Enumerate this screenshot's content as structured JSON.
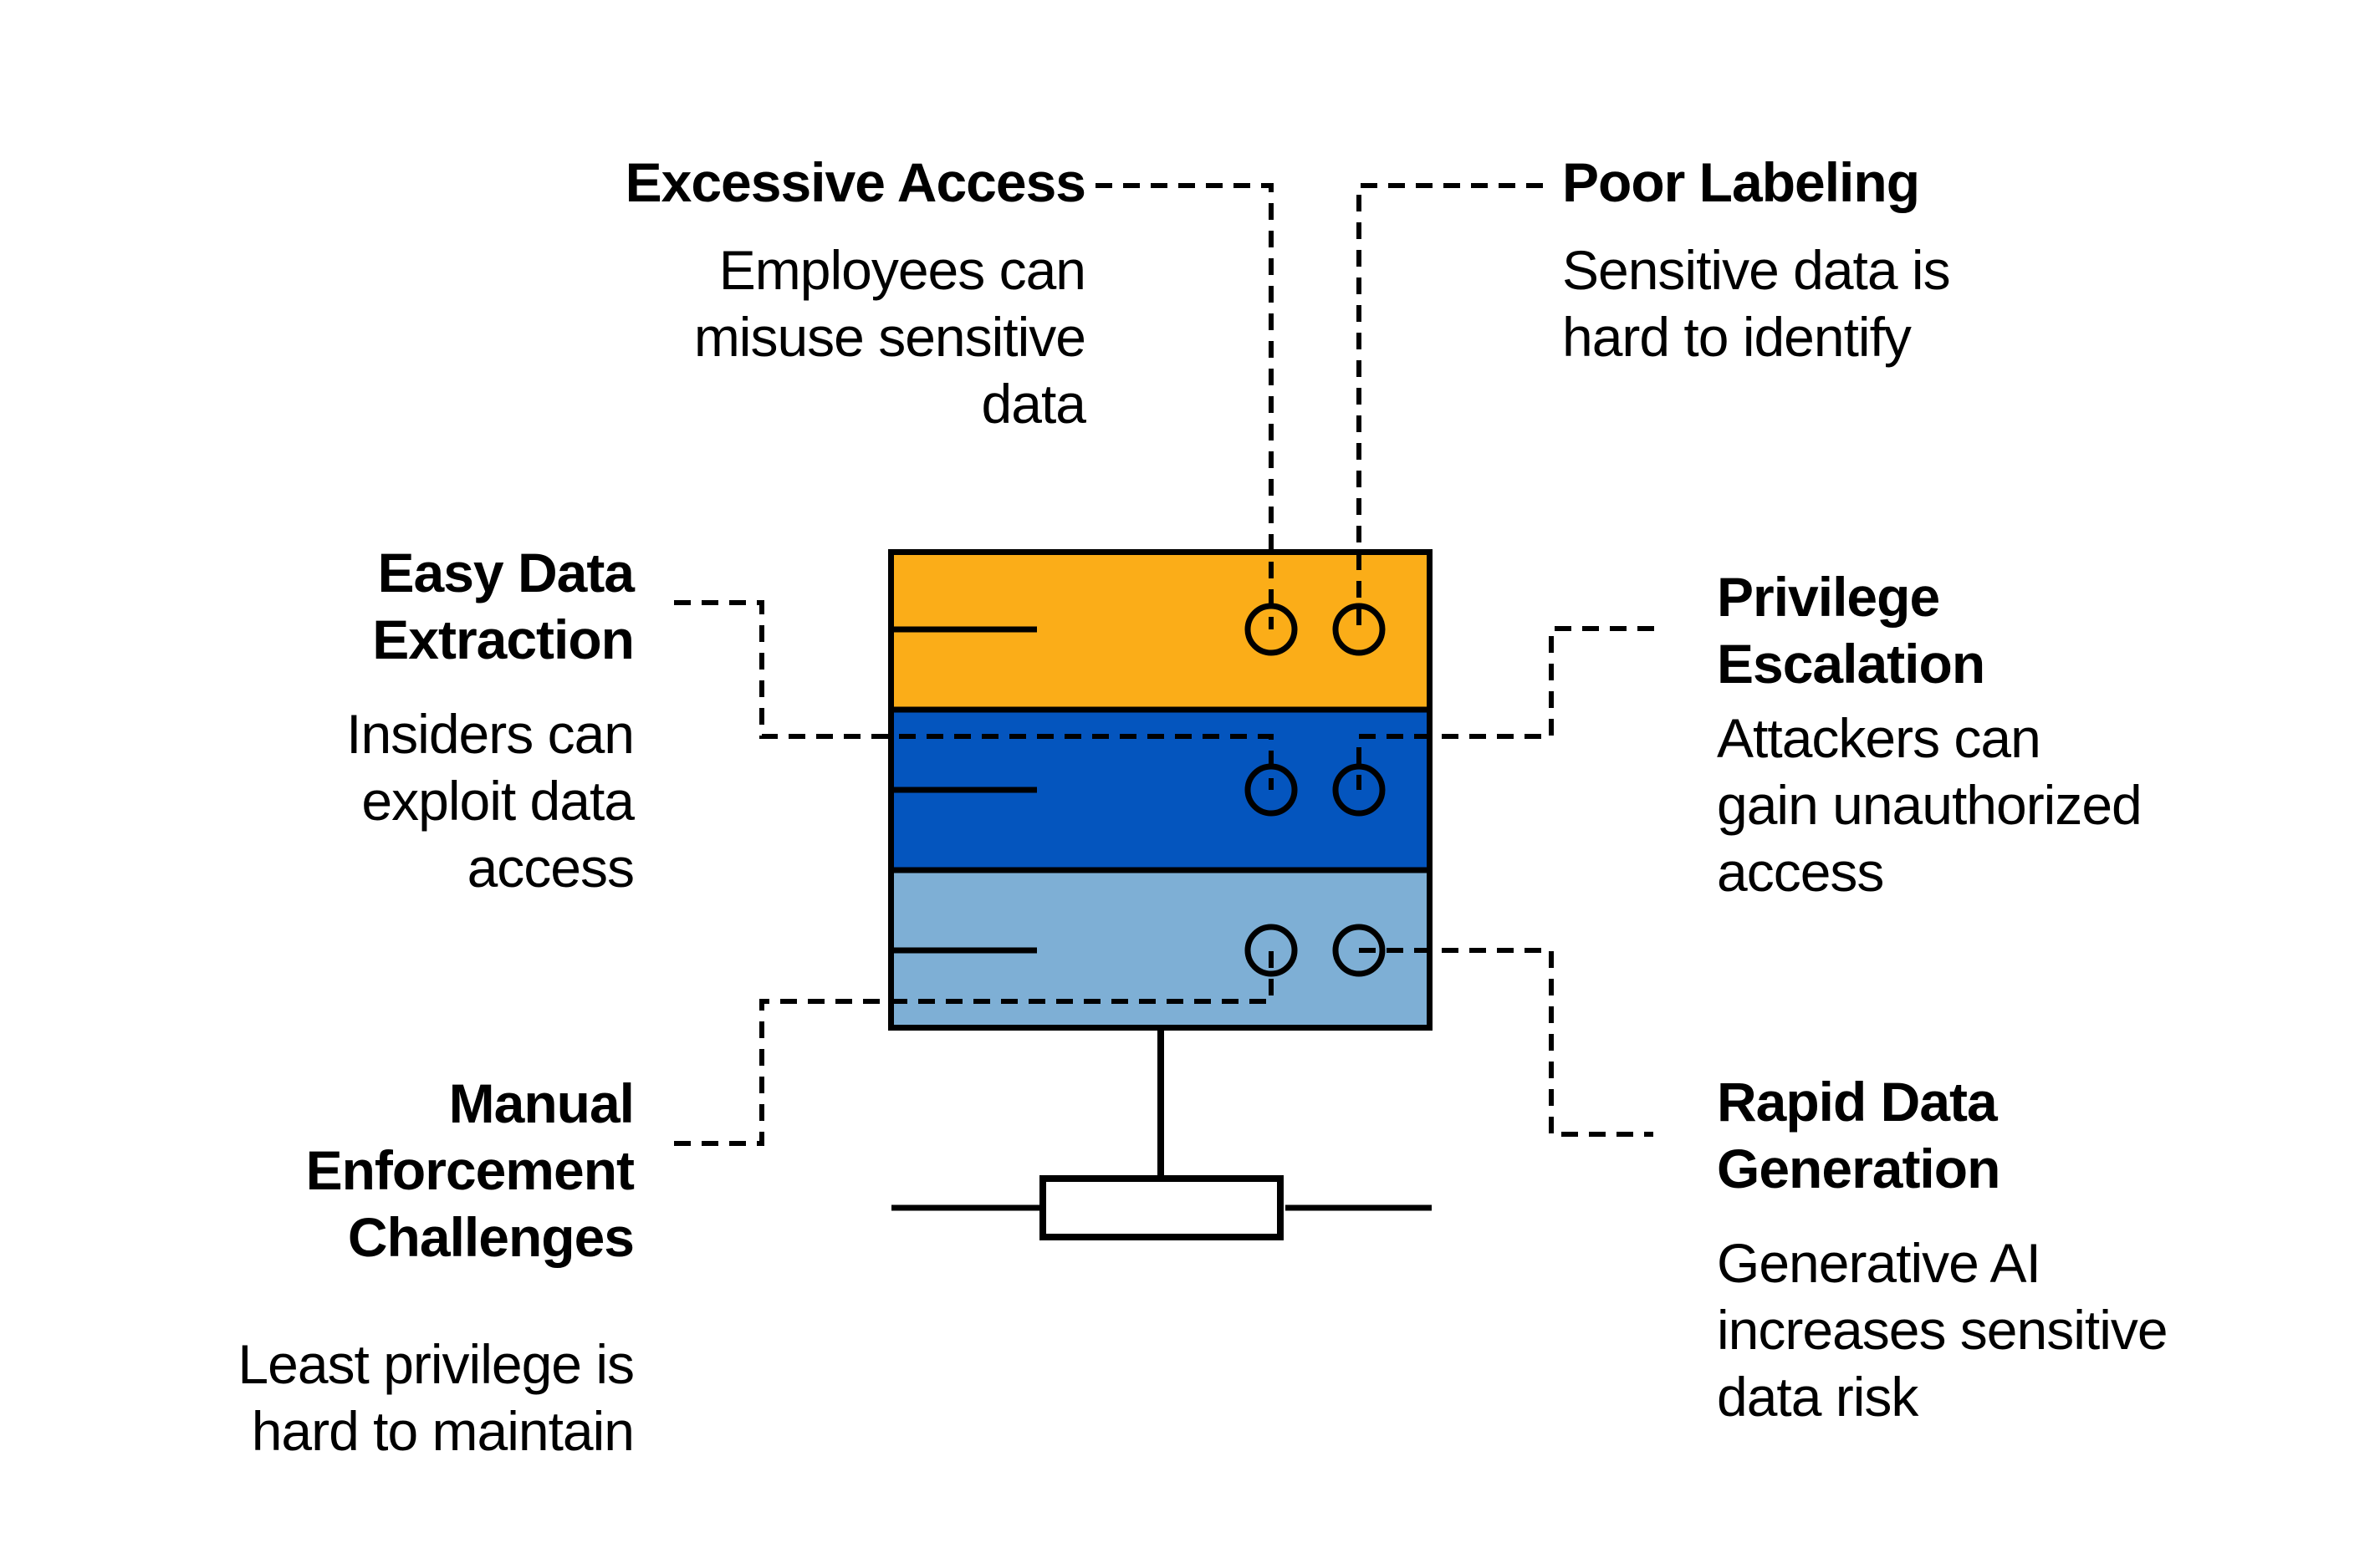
{
  "diagram": {
    "background": "#FFFFFF",
    "stroke_color": "#000000",
    "text_color": "#000000",
    "server": {
      "layers": [
        {
          "name": "top-tier",
          "color": "#FBAD18"
        },
        {
          "name": "middle-tier",
          "color": "#0455BE"
        },
        {
          "name": "bottom-tier",
          "color": "#7EAFD5"
        }
      ],
      "base_fill": "#FFFFFF"
    },
    "labels": {
      "excessive_access": {
        "title": "Excessive Access",
        "description": "Employees can\nmisuse sensitive\ndata"
      },
      "poor_labeling": {
        "title": "Poor Labeling",
        "description": "Sensitive data is\nhard to identify"
      },
      "easy_data_extraction": {
        "title": "Easy Data\nExtraction",
        "description": "Insiders can\nexploit data\naccess"
      },
      "privilege_escalation": {
        "title": "Privilege\nEscalation",
        "description": "Attackers can\ngain unauthorized\naccess"
      },
      "manual_enforcement": {
        "title": "Manual\nEnforcement\nChallenges",
        "description": "Least privilege is\nhard to maintain"
      },
      "rapid_data_generation": {
        "title": "Rapid Data\nGeneration",
        "description": "Generative AI\nincreases sensitive\ndata risk"
      }
    }
  }
}
